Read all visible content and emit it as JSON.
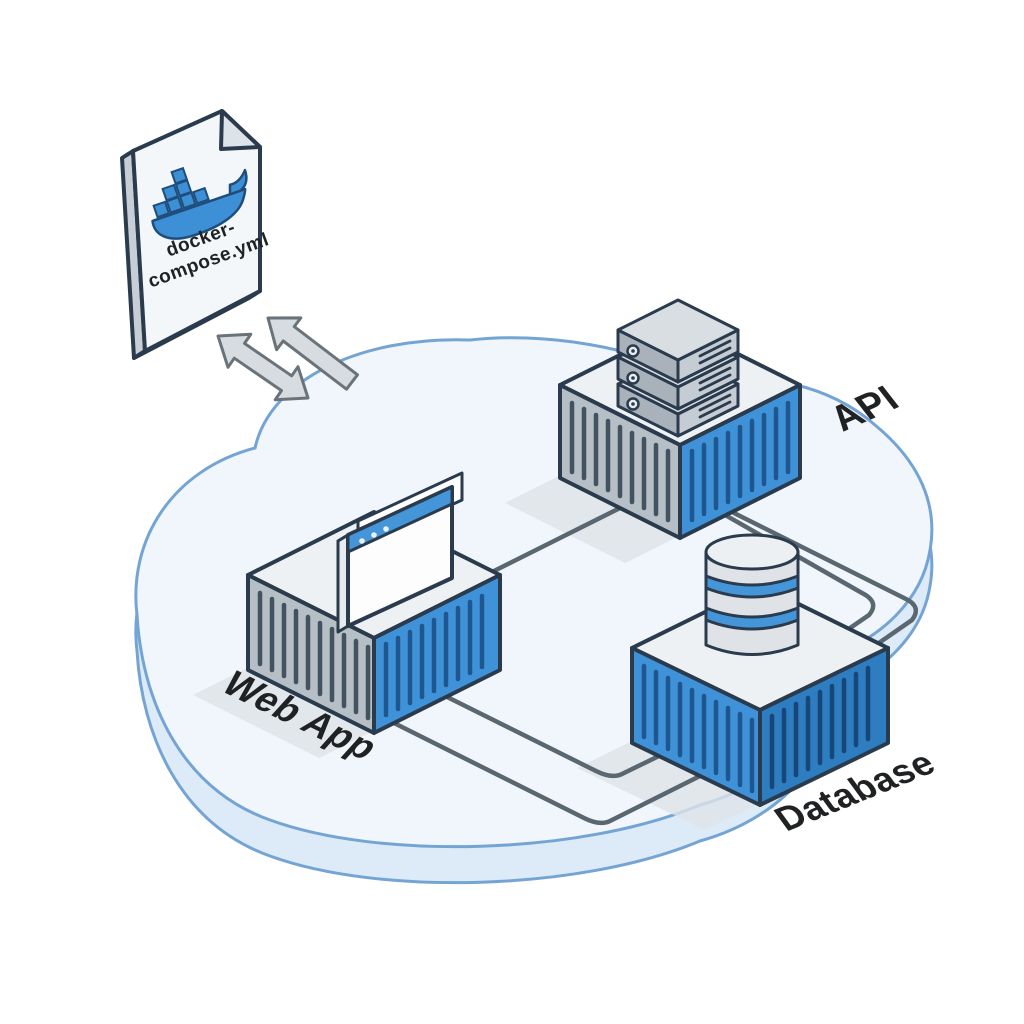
{
  "diagram_title": "docker-compose deployment diagram",
  "compose_file": {
    "icon": "docker-whale-icon",
    "label_line1": "docker-",
    "label_line2": "compose.yml"
  },
  "sync_arrows": {
    "icon": "double-sync-arrows-icon"
  },
  "cloud": {
    "name": "deployment-cloud"
  },
  "containers": [
    {
      "id": "web-app",
      "label": "Web App",
      "topper": "browser-window-icon",
      "left_face": "gray",
      "right_face": "blue"
    },
    {
      "id": "api",
      "label": "API",
      "topper": "server-stack-icon",
      "left_face": "gray",
      "right_face": "blue"
    },
    {
      "id": "database",
      "label": "Database",
      "topper": "database-cylinder-icon",
      "left_face": "blue",
      "right_face": "blue"
    }
  ],
  "colors": {
    "container_blue": "#3f92d8",
    "container_blue_dark": "#2e7dc0",
    "container_gray": "#b6bec6",
    "top_face": "#eef1f4",
    "outline": "#2a3b4d",
    "cloud_fill": "#f0f6fb",
    "cloud_side": "#dcebf7",
    "cloud_stroke": "#74a4d4",
    "connection_line": "#5a6670",
    "docker_blue": "#3d8fd6",
    "label_text": "#1f2123"
  }
}
